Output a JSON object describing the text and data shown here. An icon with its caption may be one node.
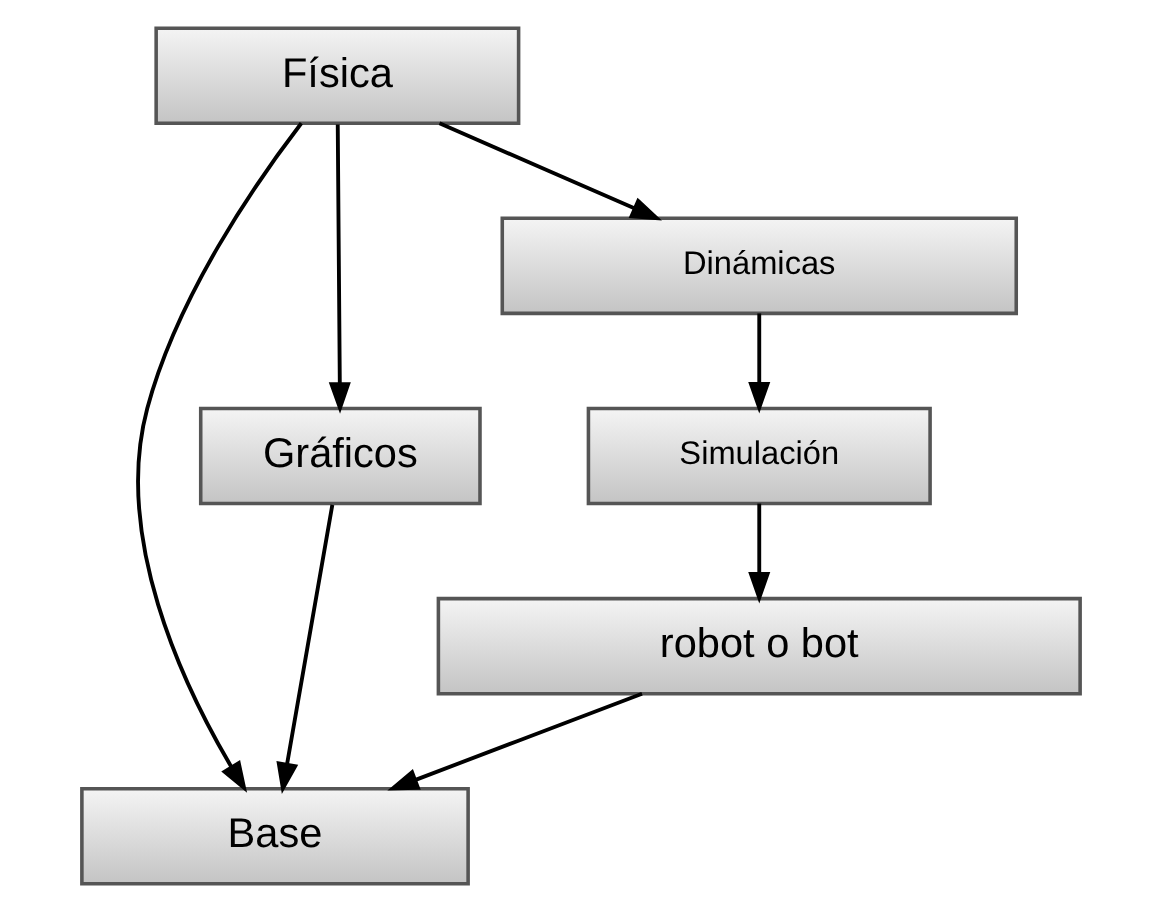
{
  "diagram": {
    "nodes": [
      {
        "text": [
          "Base"
        ]
      },
      {
        "text": [
          "Gráficos"
        ]
      },
      {
        "text": [
          "Física"
        ]
      },
      {
        "text": [
          "Dinámicas"
        ]
      },
      {
        "text": [
          "Simulación"
        ]
      },
      {
        "text": [
          "robot o bot"
        ]
      }
    ],
    "edges": [
      {
        "from": 1,
        "to": 0,
        "arrow": "to"
      },
      {
        "from": 2,
        "to": 0,
        "arrow": "to"
      },
      {
        "from": 2,
        "to": 1,
        "arrow": "to"
      },
      {
        "from": 2,
        "to": 3,
        "arrow": "to"
      },
      {
        "from": 3,
        "to": 4,
        "arrow": "to"
      },
      {
        "from": 4,
        "to": 5,
        "arrow": "to"
      },
      {
        "from": 5,
        "to": 0,
        "arrow": "to"
      }
    ]
  }
}
